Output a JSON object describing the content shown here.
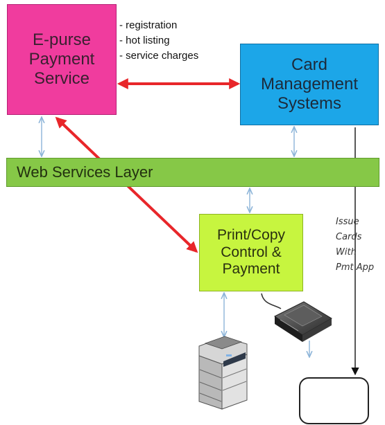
{
  "nodes": {
    "epurse": {
      "label": "E-purse\nPayment\nService",
      "color": "#f03c9e"
    },
    "cms": {
      "label": "Card\nManagement\nSystems",
      "color": "#1ca6e8"
    },
    "web_services": {
      "label": "Web Services Layer",
      "color": "#86c847"
    },
    "print_control": {
      "label": "Print/Copy\nControl &\nPayment",
      "color": "#c7f53f"
    }
  },
  "notes": [
    "- registration",
    "- hot listing",
    "- service charges"
  ],
  "issue_label": "Issue\nCards\nWith\nPmt App",
  "icons": [
    "printer-copier-icon",
    "card-reader-icon",
    "card-terminal-icon"
  ],
  "connector_colors": {
    "primary": "#e8262a",
    "secondary": "#8cb4d8",
    "line": "#111111"
  }
}
